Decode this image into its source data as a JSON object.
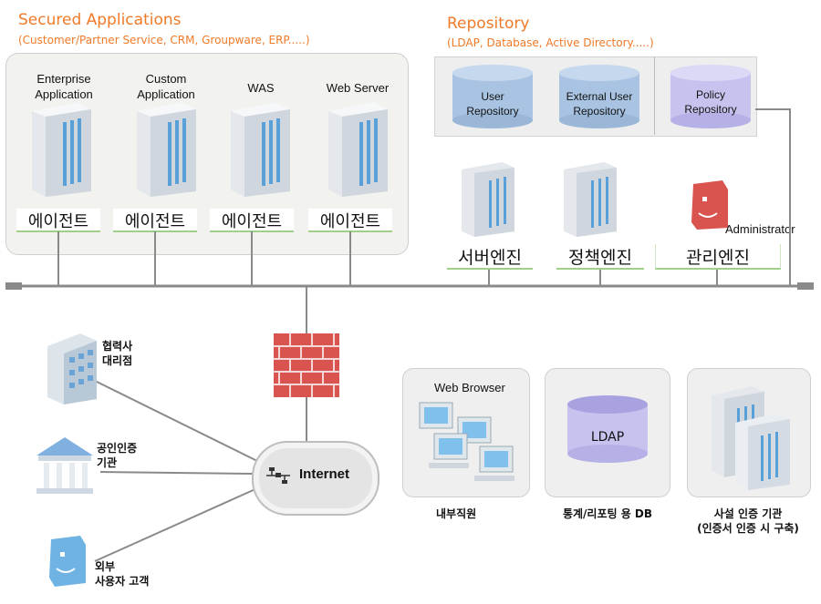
{
  "secured_apps": {
    "title": "Secured Applications",
    "subtitle": "(Customer/Partner Service, CRM, Groupware, ERP.....)",
    "servers": [
      {
        "label": "Enterprise\nApplication",
        "agent": "에이전트"
      },
      {
        "label": "Custom\nApplication",
        "agent": "에이전트"
      },
      {
        "label": "WAS",
        "agent": "에이전트"
      },
      {
        "label": "Web Server",
        "agent": "에이전트"
      }
    ]
  },
  "repository": {
    "title": "Repository",
    "subtitle": "(LDAP, Database, Active Directory.....)",
    "items": [
      "User\nRepository",
      "External User\nRepository",
      "Policy\nRepository"
    ]
  },
  "engines": {
    "server_engine": "서버엔진",
    "policy_engine": "정책엔진",
    "admin_engine": "관리엔진",
    "administrator": "Administrator"
  },
  "network": {
    "internet": "Internet"
  },
  "clients": {
    "partner": "협력사\n대리점",
    "cert_authority": "공인인증\n기관",
    "external_customer": "외부\n사용자 고객"
  },
  "bottom_boxes": {
    "web_browser": "Web Browser",
    "internal_staff": "내부직원",
    "ldap": "LDAP",
    "stats_db": "통계/리포팅 용 DB",
    "private_cert": "사설 인증 기관\n(인증서 인증 시 구축)"
  },
  "colors": {
    "accent_orange": "#f07a28",
    "panel_bg": "#f2f2ee",
    "cylinder_blue": "#a9c4e3",
    "cylinder_purple": "#c7c3ef",
    "firewall_red": "#d9534f",
    "line_gray": "#8a8a8a"
  }
}
